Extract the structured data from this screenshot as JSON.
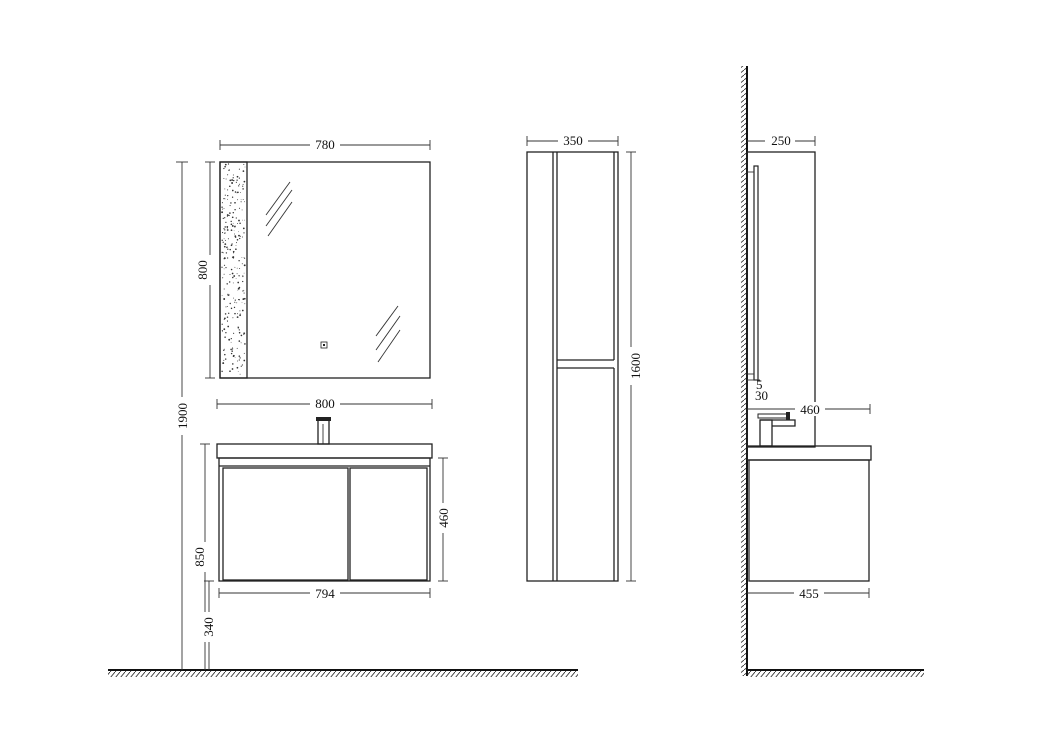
{
  "dimensions": {
    "mirror_width": "780",
    "mirror_height": "800",
    "overall_height": "1900",
    "basin_width": "800",
    "vanity_height": "850",
    "cabinet_height": "460",
    "cabinet_width": "794",
    "floor_clearance": "340",
    "tall_cabinet_width": "350",
    "tall_cabinet_height": "1600",
    "side_mirror_depth": "250",
    "side_gap_small": "5",
    "side_gap_large": "30",
    "side_basin_depth": "460",
    "side_cabinet_depth": "455"
  }
}
